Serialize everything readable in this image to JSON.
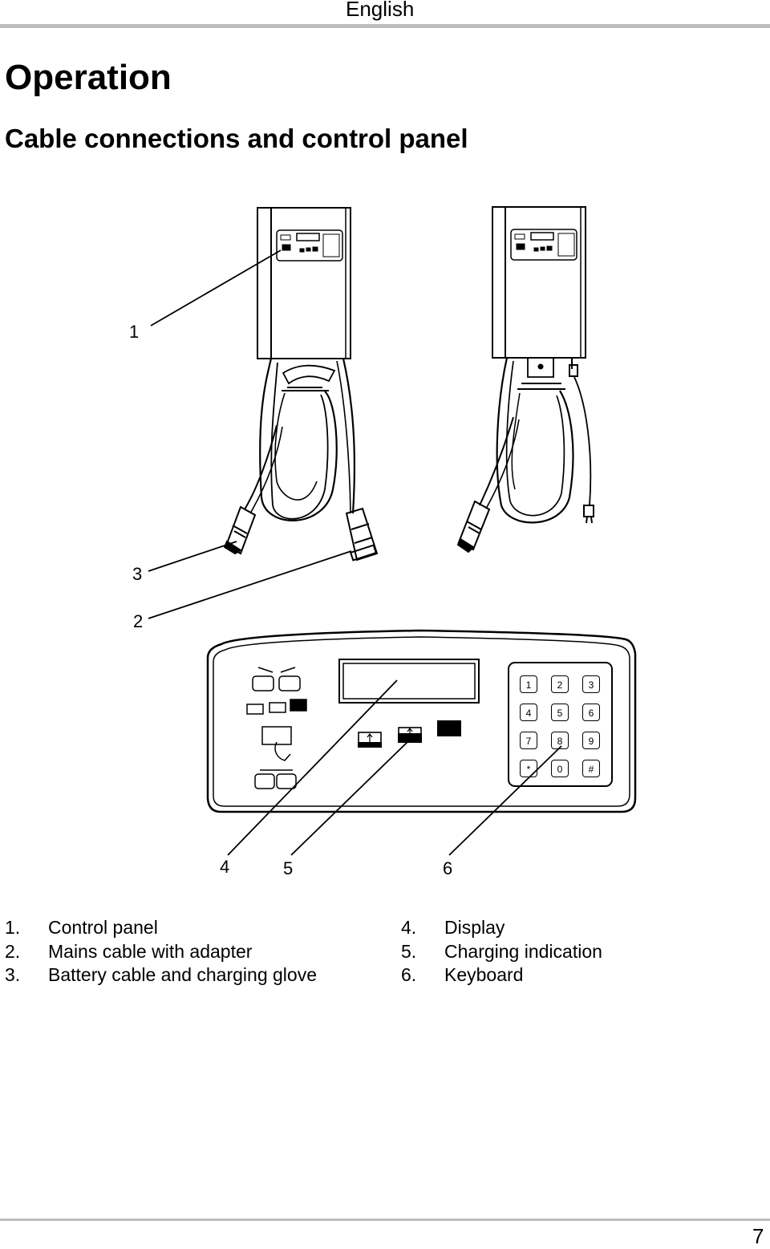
{
  "header": {
    "language": "English"
  },
  "title": "Operation",
  "subtitle": "Cable connections and control panel",
  "callouts": [
    "1",
    "2",
    "3",
    "4",
    "5",
    "6"
  ],
  "keypad": [
    "1",
    "2",
    "3",
    "4",
    "5",
    "6",
    "7",
    "8",
    "9",
    "*",
    "0",
    "#"
  ],
  "legend": {
    "left": [
      {
        "num": "1.",
        "text": "Control panel"
      },
      {
        "num": "2.",
        "text": "Mains cable with adapter"
      },
      {
        "num": "3.",
        "text": "Battery cable and charging glove"
      }
    ],
    "right": [
      {
        "num": "4.",
        "text": "Display"
      },
      {
        "num": "5.",
        "text": "Charging indication"
      },
      {
        "num": "6.",
        "text": "Keyboard"
      }
    ]
  },
  "footer": {
    "page_number": "7"
  }
}
